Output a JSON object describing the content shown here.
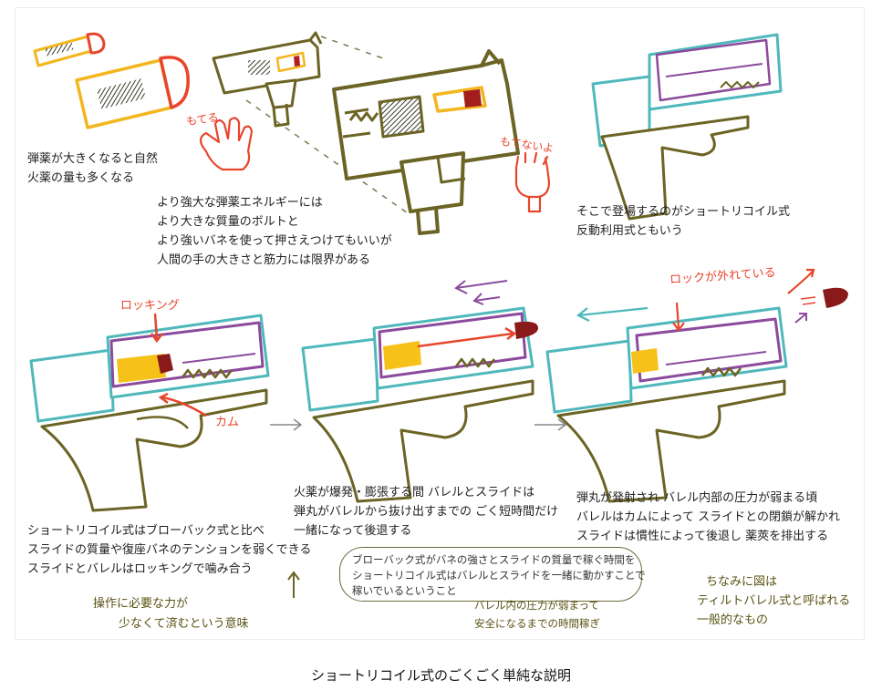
{
  "texts": {
    "t1": [
      "弾薬が大きくなると自然",
      "火薬の量も多くなる"
    ],
    "t2": [
      "より強大な弾薬エネルギーには",
      "より大きな質量のボルトと",
      "より強いバネを使って押さえつけてもいいが",
      "人間の手の大きさと筋力には限界がある"
    ],
    "t3": [
      "そこで登場するのがショートリコイル式",
      "反動利用式ともいう"
    ],
    "t4": [
      "火薬が爆発・膨張する間 バレルとスライドは",
      "弾丸がバレルから抜け出すまでの ごく短時間だけ",
      "一緒になって後退する"
    ],
    "t5": [
      "弾丸が発射され バレル内部の圧力が弱まる頃",
      "バレルはカムによって スライドとの閉鎖が解かれ",
      "スライドは慣性によって後退し 薬莢を排出する"
    ],
    "t6": [
      "ショートリコイル式はブローバック式と比べ",
      "スライドの質量や復座バネのテンションを弱くできる",
      "スライドとバレルはロッキングで噛み合う"
    ],
    "t7": [
      "ブローバック式がバネの強さとスライドの質量で稼ぐ時間を",
      "ショートリコイル式はバレルとスライドを一緒に動かすことで",
      "稼いでいるということ"
    ]
  },
  "handwritten": {
    "moteru": "もてる",
    "motenai": "もてないよ",
    "locking": "ロッキング",
    "cam": "カム",
    "lock_released": "ロックが外れている",
    "sousa": [
      "操作に必要な力が",
      "少なくて済むという意味"
    ],
    "barrel_pressure": [
      "バレル内の圧力が弱まって",
      "安全になるまでの時間稼ぎ"
    ],
    "chinami": [
      "ちなみに図は",
      "ティルトバレル式と呼ばれる",
      "一般的なもの"
    ]
  },
  "caption": "ショートリコイル式のごくごく単純な説明",
  "colors": {
    "olive": "#6b6424",
    "cyan": "#4fb8bb",
    "purple": "#8b4a9c",
    "yellow": "#f6c21a",
    "red": "#e8452c",
    "bullet": "#8a1a1a"
  }
}
